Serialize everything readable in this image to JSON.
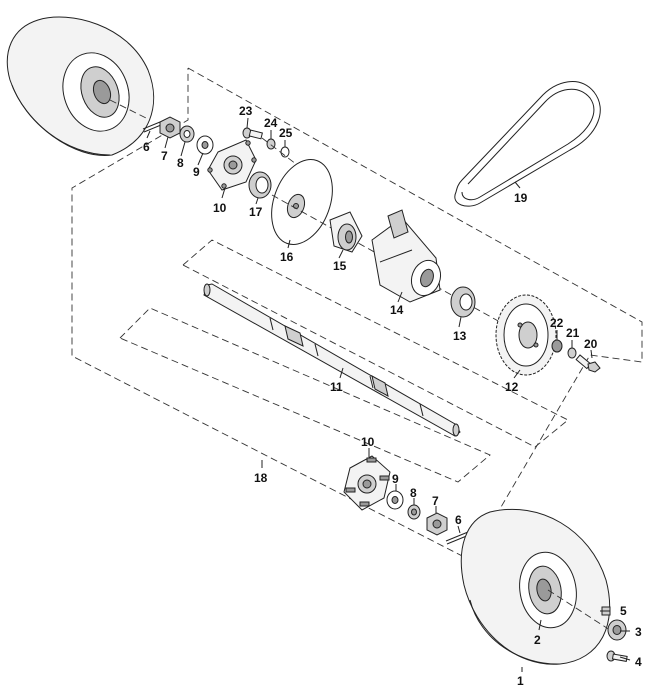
{
  "diagram": {
    "callouts": [
      {
        "id": "c23",
        "text": "23"
      },
      {
        "id": "c24",
        "text": "24"
      },
      {
        "id": "c25",
        "text": "25"
      },
      {
        "id": "c6a",
        "text": "6"
      },
      {
        "id": "c7a",
        "text": "7"
      },
      {
        "id": "c8a",
        "text": "8"
      },
      {
        "id": "c9a",
        "text": "9"
      },
      {
        "id": "c10a",
        "text": "10"
      },
      {
        "id": "c17",
        "text": "17"
      },
      {
        "id": "c16",
        "text": "16"
      },
      {
        "id": "c15",
        "text": "15"
      },
      {
        "id": "c14",
        "text": "14"
      },
      {
        "id": "c13",
        "text": "13"
      },
      {
        "id": "c19",
        "text": "19"
      },
      {
        "id": "c22",
        "text": "22"
      },
      {
        "id": "c21",
        "text": "21"
      },
      {
        "id": "c20",
        "text": "20"
      },
      {
        "id": "c12",
        "text": "12"
      },
      {
        "id": "c11",
        "text": "11"
      },
      {
        "id": "c18",
        "text": "18"
      },
      {
        "id": "c10b",
        "text": "10"
      },
      {
        "id": "c9b",
        "text": "9"
      },
      {
        "id": "c8b",
        "text": "8"
      },
      {
        "id": "c7b",
        "text": "7"
      },
      {
        "id": "c6b",
        "text": "6"
      },
      {
        "id": "c5",
        "text": "5"
      },
      {
        "id": "c3",
        "text": "3"
      },
      {
        "id": "c2",
        "text": "2"
      },
      {
        "id": "c4",
        "text": "4"
      },
      {
        "id": "c1",
        "text": "1"
      }
    ]
  }
}
